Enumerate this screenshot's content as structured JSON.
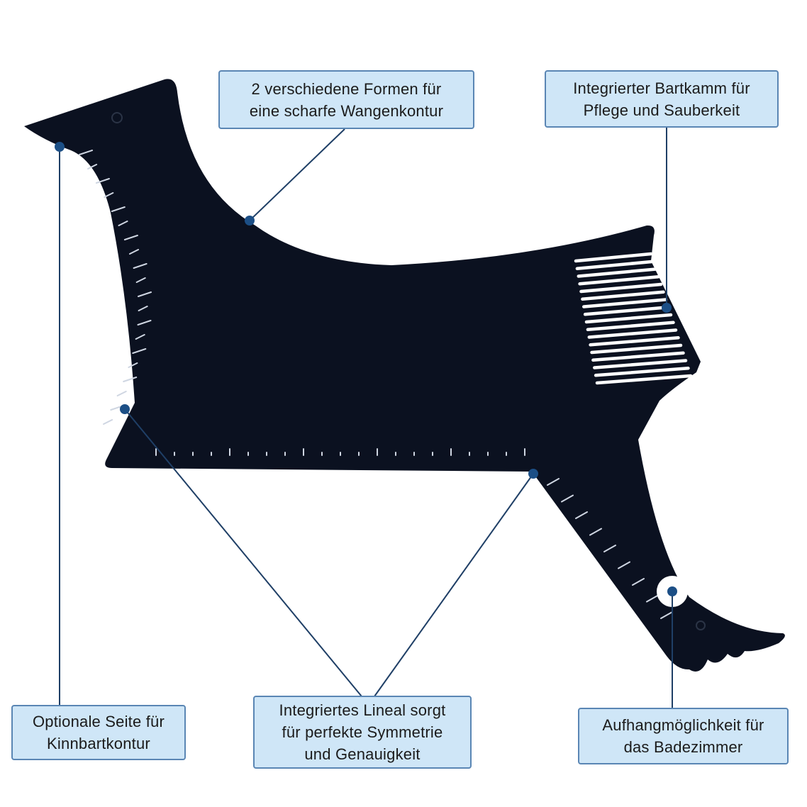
{
  "callouts": {
    "wangen": {
      "line1": "2 verschiedene Formen für",
      "line2": "eine scharfe Wangenkontur"
    },
    "bartkamm": {
      "line1": "Integrierter Bartkamm für",
      "line2": "Pflege und Sauberkeit"
    },
    "kinnbart": {
      "line1": "Optionale Seite für",
      "line2": "Kinnbartkontur"
    },
    "lineal": {
      "line1": "Integriertes Lineal sorgt",
      "line2": "für perfekte Symmetrie",
      "line3": "und Genauigkeit"
    },
    "aufhang": {
      "line1": "Aufhangmöglichkeit für",
      "line2": "das Badezimmer"
    }
  },
  "colors": {
    "tool": "#0b1120",
    "callout_fill": "#cfe6f7",
    "callout_border": "#5a86b4",
    "leader_line": "#1f3f66",
    "leader_dot": "#1c4f86"
  }
}
